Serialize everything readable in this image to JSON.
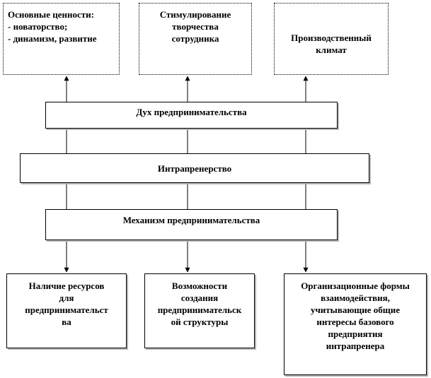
{
  "top_boxes": {
    "values": "Основные ценности:\n- новаторство;\n- динамизм, развитие",
    "stimulation": "Стимулирование\nтворчества\nсотрудника",
    "climate": "Производственный\nклимат"
  },
  "bars": {
    "spirit": "Дух предпринимательства",
    "intrapreneurship": "Интрапренерство",
    "mechanism": "Механизм предпринимательства"
  },
  "bottom_boxes": {
    "resources": "Наличие ресурсов\nдля\nпредпринимательст\nва",
    "possibilities": "Возможности\nсоздания\nпредпринимательск\nой структуры",
    "forms": "Организационные формы\nвзаимодействия,\nучитывающие общие\nинтересы базового\nпредприятия\nинтрапренера"
  }
}
